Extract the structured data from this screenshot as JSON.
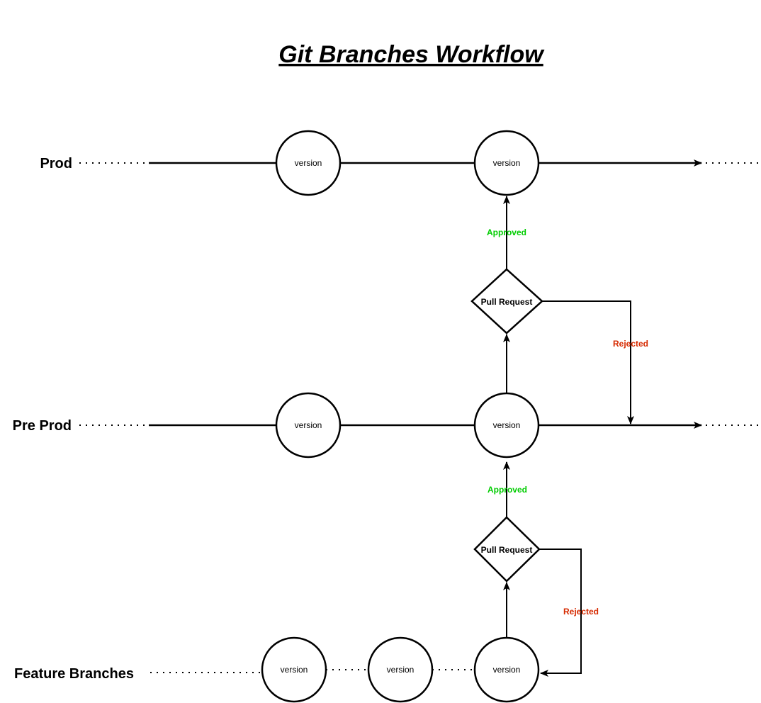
{
  "title": "Git Branches Workflow",
  "lanes": {
    "prod": "Prod",
    "preprod": "Pre Prod",
    "feature": "Feature Branches"
  },
  "nodes": {
    "version_label": "version",
    "pull_request_label": "Pull Request"
  },
  "edges": {
    "approved": "Approved",
    "rejected": "Rejected"
  },
  "colors": {
    "approved": "#00cc00",
    "rejected": "#d62a00"
  }
}
